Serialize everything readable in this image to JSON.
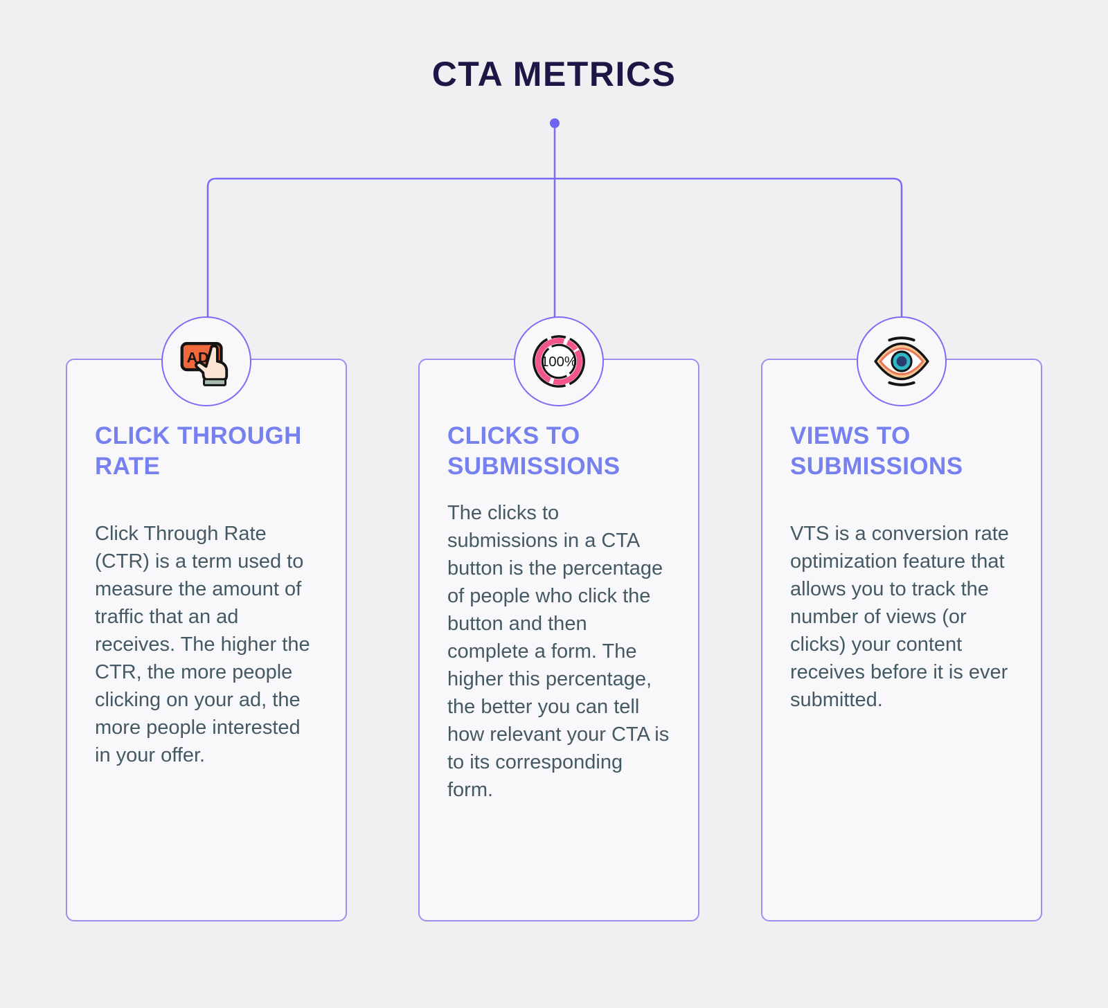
{
  "title": "CTA METRICS",
  "colors": {
    "background": "#f0eff1",
    "card_background": "#f8f8fa",
    "card_border": "#9d8ff0",
    "connector_line": "#7b6cf5",
    "heading_text": "#7680ee",
    "body_text": "#445963",
    "title_text": "#1e1745",
    "icon_orange": "#f0693c",
    "icon_pink": "#f4568c",
    "icon_teal": "#2fb7c7"
  },
  "icons": {
    "ad_label": "AD",
    "percent_label": "100%"
  },
  "cards": [
    {
      "icon": "ad-click-icon",
      "heading": "CLICK THROUGH RATE",
      "body": "Click Through Rate (CTR) is a term used to measure the amount of traffic that an ad receives. The higher the CTR, the more people clicking on your ad, the more people interested in your offer."
    },
    {
      "icon": "percent-100-icon",
      "heading": "CLICKS TO SUBMISSIONS",
      "body": "The clicks to submissions in a CTA button is the percentage of people who click the button and then complete a form. The higher this percentage, the better you can tell how relevant your CTA is to its corresponding form."
    },
    {
      "icon": "eye-icon",
      "heading": "VIEWS TO SUBMISSIONS",
      "body": "VTS is a conversion rate optimization feature that allows you to track the number of views (or clicks) your content receives before it is ever submitted."
    }
  ]
}
